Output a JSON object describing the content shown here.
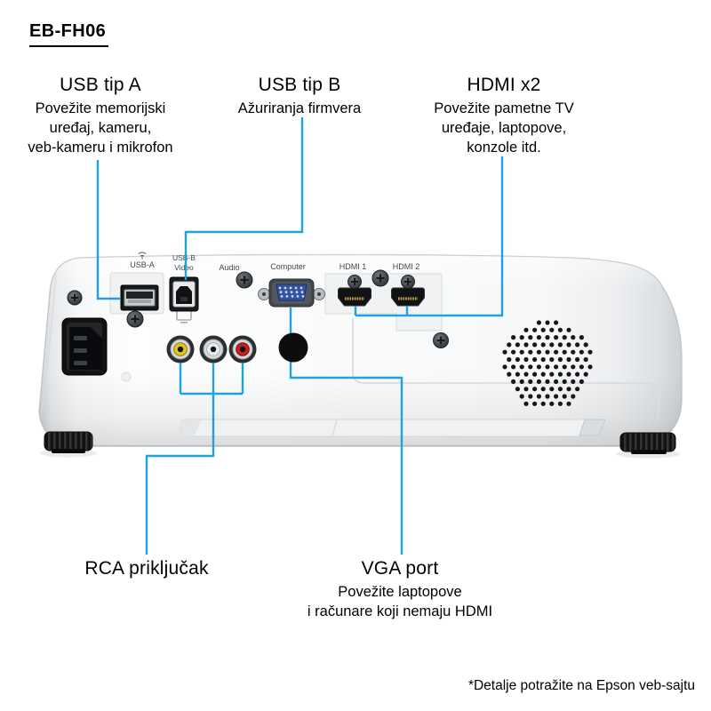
{
  "page": {
    "model": "EB-FH06",
    "footnote": "*Detalje potražite na Epson veb-sajtu"
  },
  "callouts": {
    "usb_a": {
      "title": "USB tip A",
      "line1": "Povežite memorijski",
      "line2": "uređaj, kameru,",
      "line3": "veb-kameru i mikrofon"
    },
    "usb_b": {
      "title": "USB tip B",
      "line1": "Ažuriranja firmvera"
    },
    "hdmi": {
      "title": "HDMI x2",
      "line1": "Povežite pametne TV",
      "line2": "uređaje, laptopove,",
      "line3": "konzole itd."
    },
    "rca": {
      "title": "RCA priključak"
    },
    "vga": {
      "title": "VGA port",
      "line1": "Povežite laptopove",
      "line2": "i računare koji nemaju HDMI"
    }
  },
  "panel_labels": {
    "usb_a": "USB-A",
    "usb_b": "USB-B",
    "video": "Video",
    "audio": "Audio",
    "computer": "Computer",
    "hdmi1": "HDMI 1",
    "hdmi2": "HDMI 2"
  },
  "colors": {
    "callout_line": "#1fa3e0",
    "body_white": "#f7f8f9",
    "vga_blue": "#33539f",
    "rca_yellow": "#e5c51e",
    "rca_white": "#eceff1",
    "rca_red": "#c3201f"
  }
}
